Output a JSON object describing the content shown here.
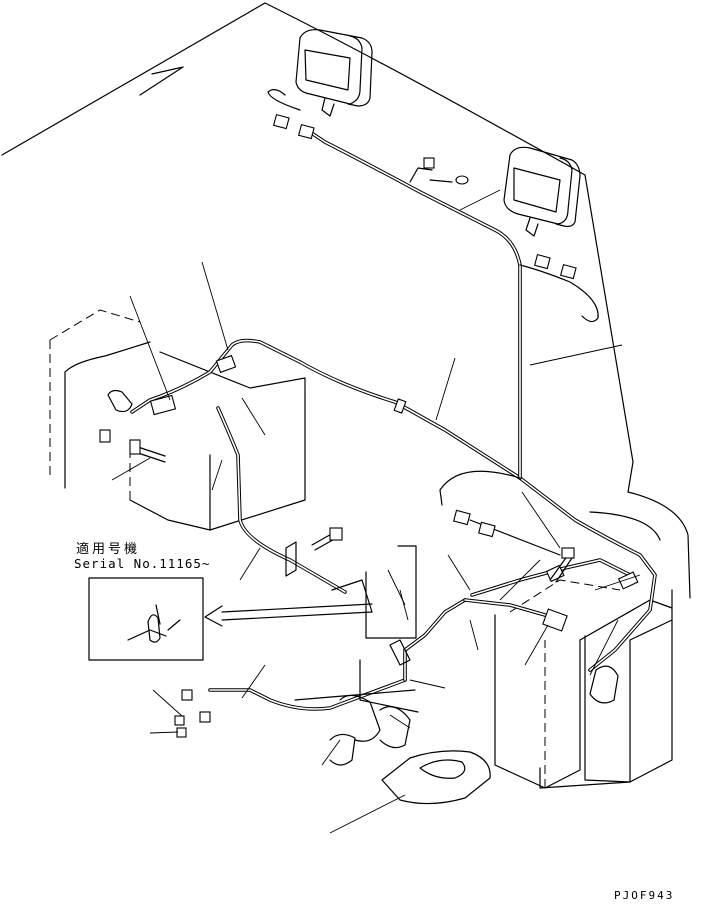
{
  "diagram": {
    "applicable_machine_label": "適用号機",
    "serial_label": "Serial No.11165~",
    "drawing_code": "PJOF943"
  }
}
